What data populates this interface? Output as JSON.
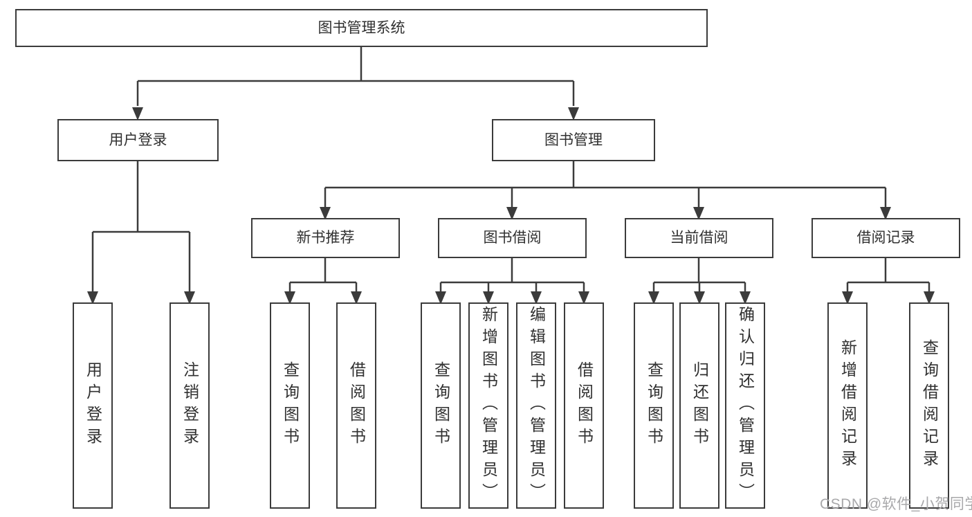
{
  "tree": {
    "label": "图书管理系统",
    "children": [
      {
        "label": "用户登录",
        "children": [
          {
            "label": "用户登录"
          },
          {
            "label": "注销登录"
          }
        ]
      },
      {
        "label": "图书管理",
        "children": [
          {
            "label": "新书推荐",
            "children": [
              {
                "label": "查询图书"
              },
              {
                "label": "借阅图书"
              }
            ]
          },
          {
            "label": "图书借阅",
            "children": [
              {
                "label": "查询图书"
              },
              {
                "label": "新增图书（管理员）"
              },
              {
                "label": "编辑图书（管理员）"
              },
              {
                "label": "借阅图书"
              }
            ]
          },
          {
            "label": "当前借阅",
            "children": [
              {
                "label": "查询图书"
              },
              {
                "label": "归还图书"
              },
              {
                "label": "确认归还（管理员）"
              }
            ]
          },
          {
            "label": "借阅记录",
            "children": [
              {
                "label": "新增借阅记录"
              },
              {
                "label": "查询借阅记录"
              }
            ]
          }
        ]
      }
    ]
  },
  "watermark": {
    "text": "CSDN @软件_小贺同学"
  },
  "colors": {
    "stroke": "#3b3b3b",
    "text": "#303030",
    "watermark": "#a8a8aa",
    "background": "#ffffff"
  }
}
